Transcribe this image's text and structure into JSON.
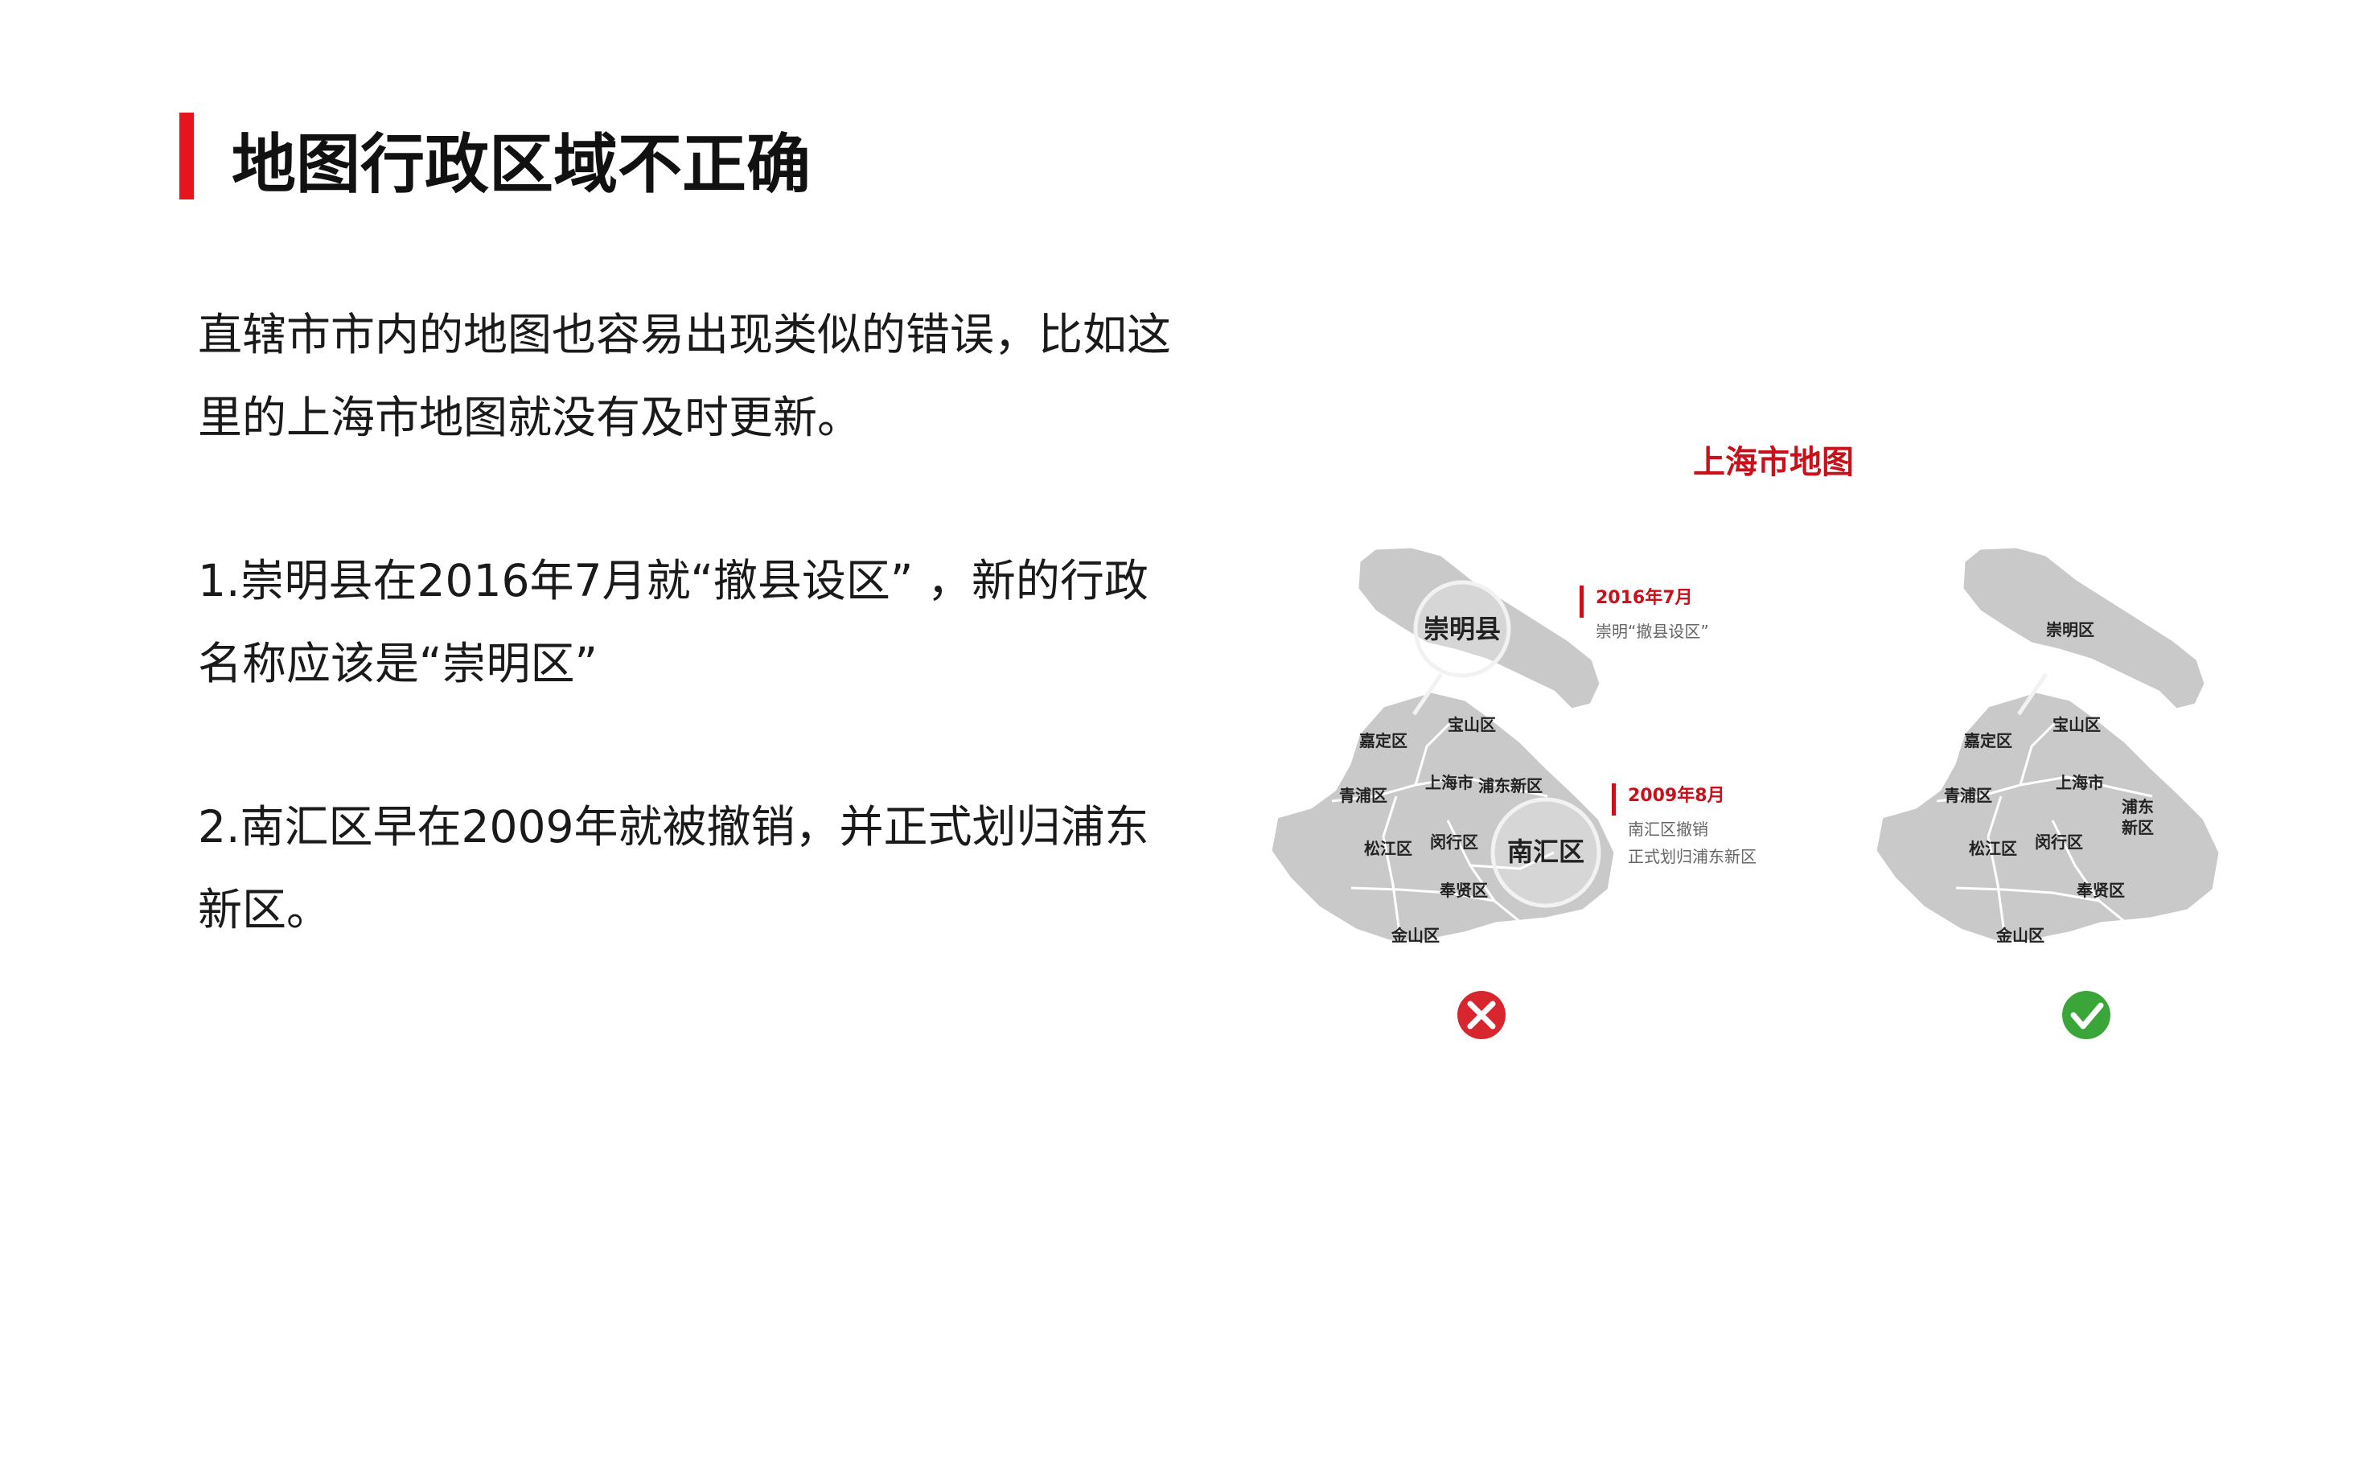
{
  "slide": {
    "title": "地图行政区域不正确",
    "paragraphs": [
      "直辖市市内的地图也容易出现类似的错误，比如这里的上海市地图就没有及时更新。",
      "1.崇明县在2016年7月就“撤县设区” ，新的行政名称应该是“崇明区”",
      "2.南汇区早在2009年就被撤销，并正式划归浦东新区。"
    ]
  },
  "map": {
    "title": "上海市地图",
    "wrong": {
      "chongming": "崇明县",
      "baoshan": "宝山区",
      "jiading": "嘉定区",
      "shanghaishi": "上海市",
      "pudong": "浦东新区",
      "qingpu": "青浦区",
      "songjiang": "松江区",
      "minhang": "闵行区",
      "nanhui": "南汇区",
      "fengxian": "奉贤区",
      "jinshan": "金山区"
    },
    "notes": [
      {
        "date": "2016年7月",
        "text": "崇明“撤县设区”"
      },
      {
        "date": "2009年8月",
        "text": "南汇区撤销",
        "text2": "正式划归浦东新区"
      }
    ],
    "right": {
      "chongming": "崇明区",
      "baoshan": "宝山区",
      "jiading": "嘉定区",
      "shanghaishi": "上海市",
      "pudong1": "浦东",
      "pudong2": "新区",
      "qingpu": "青浦区",
      "songjiang": "松江区",
      "minhang": "闵行区",
      "fengxian": "奉贤区",
      "jinshan": "金山区"
    },
    "colors": {
      "accent": "#c8111a",
      "map_fill": "#c9c9c9",
      "wrong": "#d8262e",
      "right": "#3aa63a"
    },
    "icons": {
      "wrong": "cross-circle-icon",
      "right": "check-circle-icon"
    }
  }
}
